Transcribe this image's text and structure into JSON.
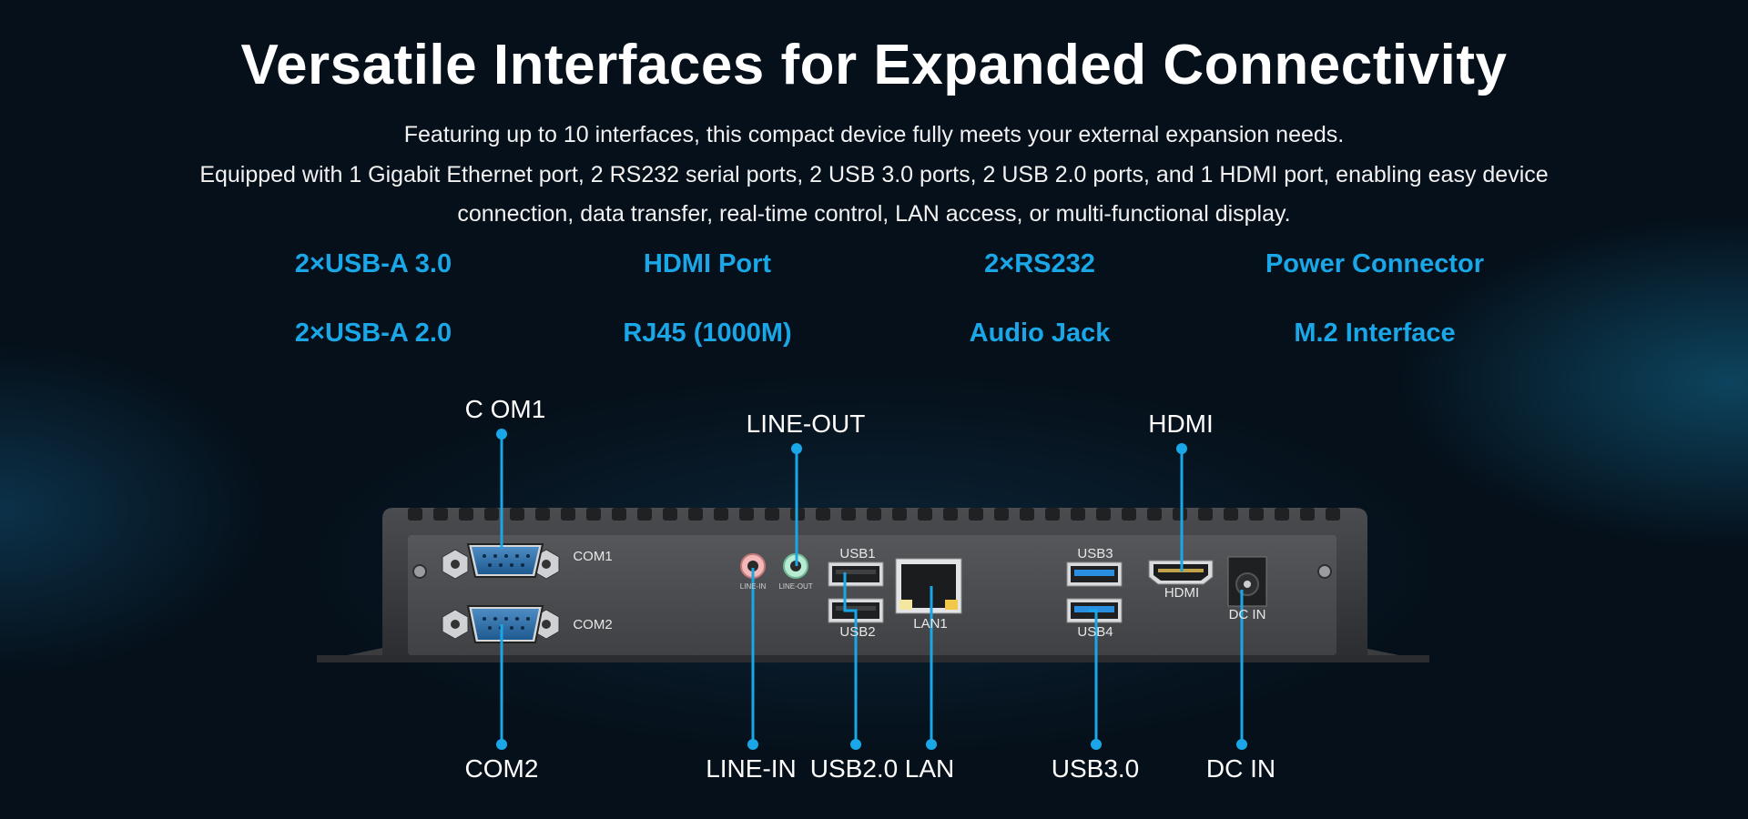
{
  "title": "Versatile Interfaces for Expanded Connectivity",
  "description": {
    "line1": "Featuring up to 10 interfaces, this compact device fully meets your external expansion needs.",
    "line2": "Equipped with 1 Gigabit Ethernet port, 2 RS232 serial ports, 2 USB 3.0 ports, 2 USB 2.0 ports, and 1 HDMI port, enabling easy device",
    "line3": "connection, data transfer, real-time control, LAN access, or multi-functional display."
  },
  "features": [
    "2×USB-A 3.0",
    "HDMI Port",
    "2×RS232",
    "Power Connector",
    "2×USB-A 2.0",
    "RJ45 (1000M)",
    "Audio Jack",
    "M.2 Interface"
  ],
  "callouts": {
    "com1": "C OM1",
    "line_out": "LINE-OUT",
    "hdmi": "HDMI",
    "com2": "COM2",
    "line_in": "LINE-IN",
    "usb20": "USB2.0",
    "lan": "LAN",
    "usb30": "USB3.0",
    "dc_in": "DC IN"
  },
  "panel_labels": {
    "com1": "COM1",
    "com2": "COM2",
    "line_in": "LINE-IN",
    "line_out": "LINE-OUT",
    "usb1": "USB1",
    "usb2": "USB2",
    "lan1": "LAN1",
    "usb3": "USB3",
    "usb4": "USB4",
    "hdmi": "HDMI",
    "dc_in": "DC IN"
  },
  "colors": {
    "accent": "#1aa7e8",
    "background": "#05101a",
    "chassis": "#3a3c3f"
  }
}
